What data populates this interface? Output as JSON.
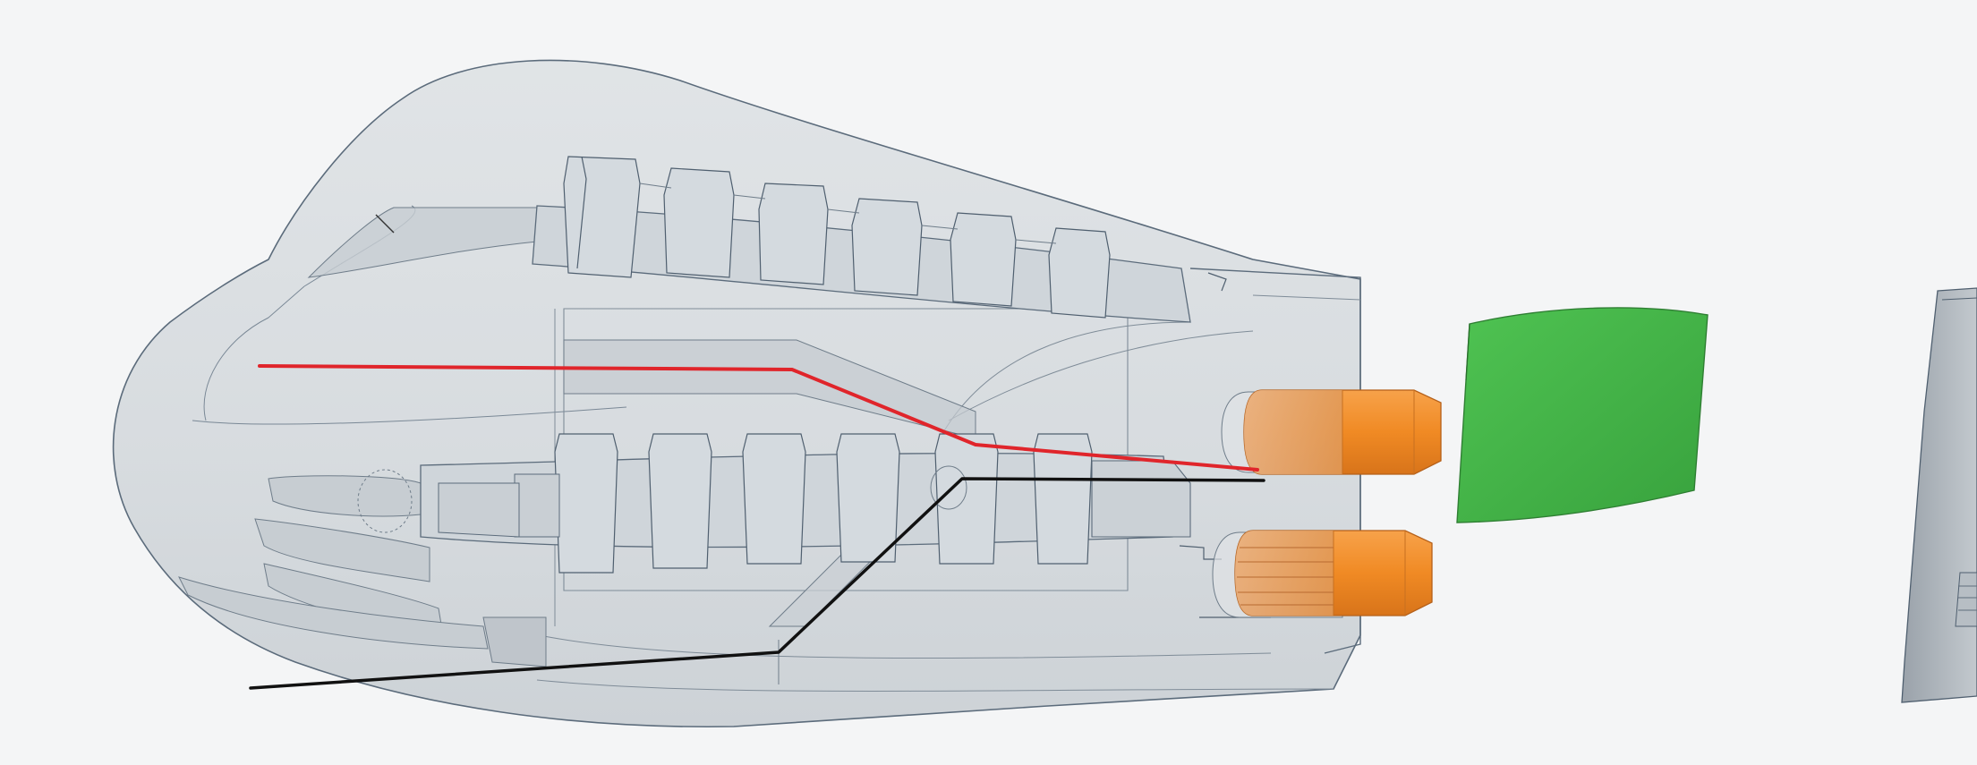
{
  "scene": {
    "type": "3d-model-viewport",
    "background_color": "#f4f5f6",
    "model_body_color": "#d3d8dc",
    "model_edge_color": "#4a5a6a",
    "components": [
      {
        "name": "transparent-shell-body",
        "color": "#d3d8dc"
      },
      {
        "name": "upper-ribbed-tube",
        "color": "#d3d8dc"
      },
      {
        "name": "lower-ribbed-tube",
        "color": "#d3d8dc"
      },
      {
        "name": "upper-orange-cylinder",
        "color": "#f08a24"
      },
      {
        "name": "lower-orange-cylinder",
        "color": "#f08a24"
      },
      {
        "name": "green-block",
        "color": "#45b649"
      },
      {
        "name": "partial-gray-part",
        "color": "#aeb5bc"
      }
    ],
    "routes": [
      {
        "name": "red-path",
        "color": "#e0252b"
      },
      {
        "name": "black-path",
        "color": "#111111"
      }
    ]
  }
}
